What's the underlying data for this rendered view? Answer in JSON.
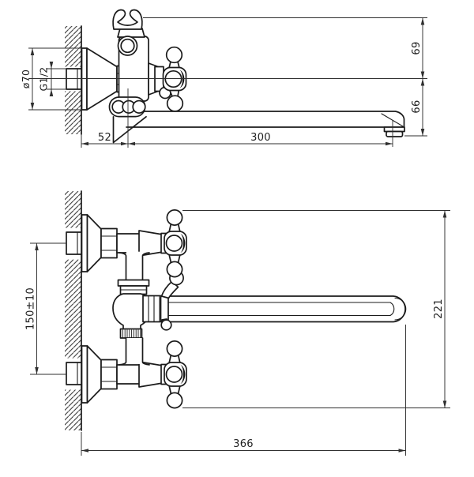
{
  "colors": {
    "background": "#ffffff",
    "outline": "#1b1b1b",
    "dimension_lines": "#2f2f2f",
    "label_text": "#1f1f1f",
    "handle_cap": "#161616"
  },
  "side_view": {
    "dims": {
      "escutcheon_diameter": "ø70",
      "thread_size": "G1/2",
      "wall_to_axis": "52",
      "spout_reach": "300",
      "axis_to_top": "69",
      "axis_to_outlet": "66"
    }
  },
  "front_view": {
    "dims": {
      "inlet_spacing": "150±10",
      "overall_height": "221",
      "overall_length": "366"
    }
  }
}
